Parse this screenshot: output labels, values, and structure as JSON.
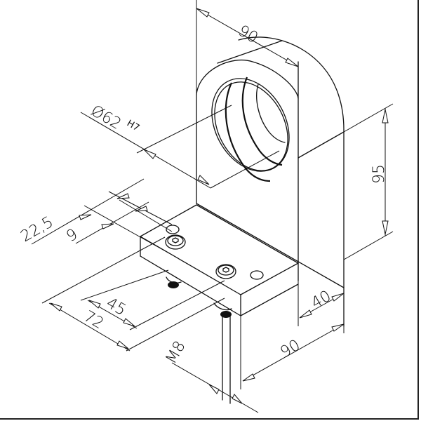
{
  "drawing": {
    "title": "Isometric bearing bracket with bolt-down base",
    "dimensions": {
      "top_width": "90",
      "bore_diameter": "Ø62",
      "bore_tolerance": "H7",
      "height": "95",
      "offset_22_5": "22,5",
      "offset_9": "9",
      "hole_spacing": "45",
      "base_length": "72",
      "bracket_depth": "40",
      "base_width": "90",
      "thread": "M8"
    },
    "colors": {
      "line": "#111111",
      "background": "#ffffff",
      "frame": "#222222"
    }
  }
}
